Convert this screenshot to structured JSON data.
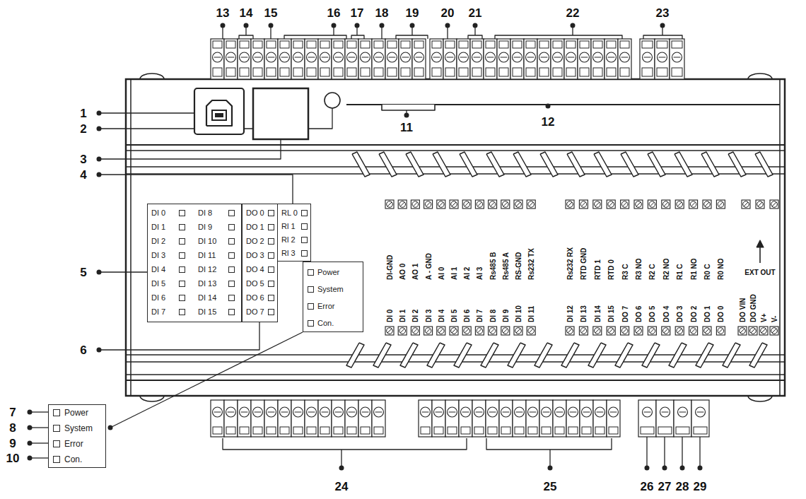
{
  "diagram": {
    "nodes": [
      {
        "text": [
          "DI 0",
          "DI 1",
          "DI 2",
          "DI 3",
          "DI 4",
          "DI 5",
          "DI 6",
          "DI 7",
          "DI 8",
          "DI 9",
          "DI 10",
          "DI 11",
          "DI 12",
          "DI 13",
          "DI 14",
          "DI 15"
        ]
      },
      {
        "text": [
          "DO 0",
          "DO 1",
          "DO 2",
          "DO 3",
          "DO 4",
          "DO 5",
          "DO 6",
          "DO 7"
        ]
      },
      {
        "text": [
          "RL 0",
          "Rl 1",
          "Rl 2",
          "Rl 3"
        ]
      },
      {
        "text": [
          "Power",
          "System",
          "Error",
          "Con."
        ]
      },
      {
        "text": [
          "Power",
          "System",
          "Error",
          "Con."
        ]
      }
    ],
    "labels": [
      "1",
      "2",
      "3",
      "4",
      "5",
      "6",
      "7",
      "8",
      "9",
      "10",
      "11",
      "12",
      "13",
      "14",
      "15",
      "16",
      "17",
      "18",
      "19",
      "20",
      "21",
      "22",
      "23",
      "24",
      "25",
      "26",
      "27",
      "28",
      "29",
      "DI-GND",
      "AO 0",
      "AO 1",
      "A - GND",
      "AI 0",
      "AI 1",
      "AI 2",
      "AI 3",
      "Rs485 B",
      "Rs485 A",
      "RS-GND",
      "Rs232 TX",
      "Rs232 RX",
      "RTD GND",
      "RTD 1",
      "RTD 0",
      "R3 C",
      "R3 NO",
      "R2 C",
      "R2 NO",
      "R1 C",
      "R1 NO",
      "R0 C",
      "R0 NO",
      "EXT OUT",
      "DI 0",
      "DI 1",
      "DI 2",
      "DI 3",
      "DI 4",
      "DI 5",
      "DI 6",
      "DI 7",
      "DI 8",
      "DI 9",
      "DI 10",
      "DI 11",
      "DI 12",
      "DI 13",
      "DI 14",
      "DI 15",
      "DO 7",
      "DO 6",
      "DO 5",
      "DO 4",
      "DO 3",
      "DO 2",
      "DO 1",
      "DO 0",
      "DO VIN",
      "DO GND",
      "V+",
      "V-"
    ]
  }
}
